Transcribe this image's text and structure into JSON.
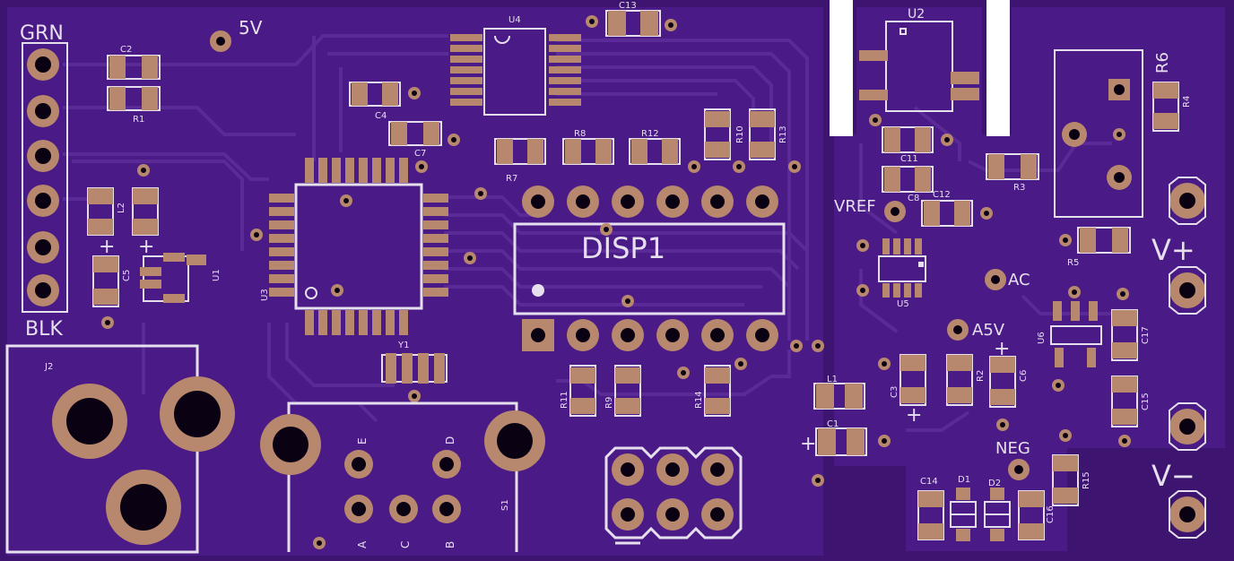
{
  "board": {
    "labels": {
      "grn": "GRN",
      "blk": "BLK",
      "v5": "5V",
      "vref": "VREF",
      "ac": "AC",
      "a5v": "A5V",
      "neg": "NEG",
      "vplus": "V+",
      "vminus": "V−",
      "disp": "DISP1"
    },
    "refs": {
      "c2": "C2",
      "r1": "R1",
      "u4": "U4",
      "c13": "C13",
      "u2": "U2",
      "r6": "R6",
      "r4": "R4",
      "c4": "C4",
      "c7": "C7",
      "r7": "R7",
      "r8": "R8",
      "r12": "R12",
      "r10": "R10",
      "r13": "R13",
      "c11": "C11",
      "c8": "C8",
      "c12": "C12",
      "r3": "R3",
      "r5": "R5",
      "l2": "L2",
      "c5": "C5",
      "u1": "U1",
      "u3": "U3",
      "u5": "U5",
      "u6": "U6",
      "c17": "C17",
      "y1": "Y1",
      "j2": "J2",
      "r11": "R11",
      "r9": "R9",
      "r14": "R14",
      "l1": "L1",
      "c3": "C3",
      "r2": "R2",
      "c6": "C6",
      "c15": "C15",
      "c1": "C1",
      "c14": "C14",
      "d1": "D1",
      "d2": "D2",
      "c16": "C16",
      "r15": "R15",
      "s1": "S1"
    },
    "switch_pins": {
      "a": "A",
      "b": "B",
      "c": "C",
      "d": "D",
      "e": "E"
    },
    "plus": "+",
    "minus": "−"
  }
}
